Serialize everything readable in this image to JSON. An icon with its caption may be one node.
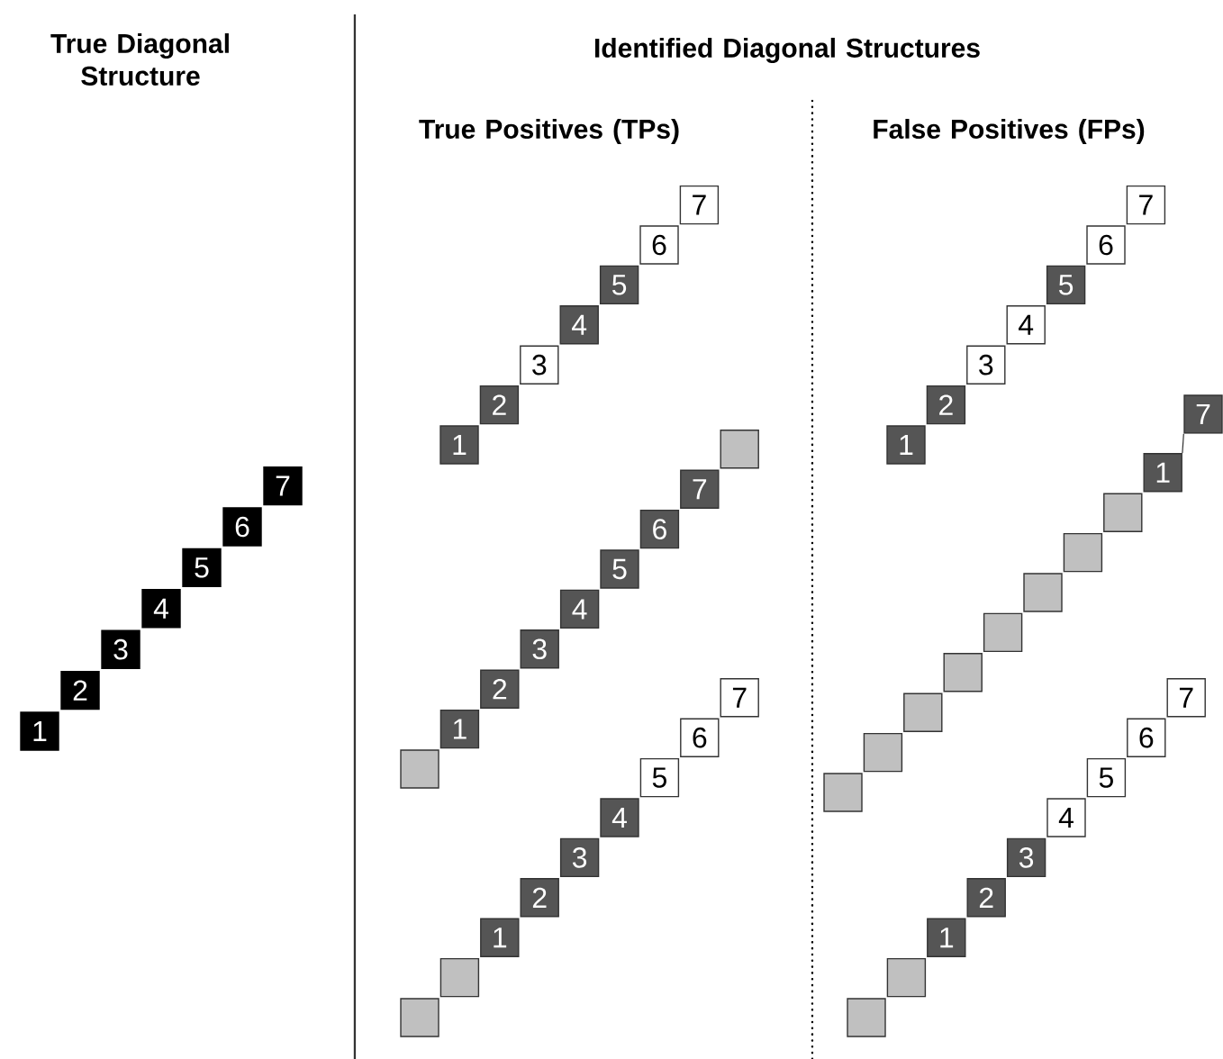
{
  "diagram": {
    "nodes": [
      {
        "text": [
          "1"
        ]
      },
      {
        "text": [
          "2"
        ]
      },
      {
        "text": [
          "3"
        ]
      },
      {
        "text": [
          "4"
        ]
      },
      {
        "text": [
          "5"
        ]
      },
      {
        "text": [
          "6"
        ]
      },
      {
        "text": [
          "7"
        ]
      },
      {
        "text": [
          "1"
        ]
      },
      {
        "text": [
          "2"
        ]
      },
      {
        "text": [
          "3"
        ]
      },
      {
        "text": [
          "4"
        ]
      },
      {
        "text": [
          "5"
        ]
      },
      {
        "text": [
          "6"
        ]
      },
      {
        "text": [
          "7"
        ]
      },
      {
        "text": [],
        "shape": "box"
      },
      {
        "text": [
          "1"
        ]
      },
      {
        "text": [
          "2"
        ]
      },
      {
        "text": [
          "3"
        ]
      },
      {
        "text": [
          "4"
        ]
      },
      {
        "text": [
          "5"
        ]
      },
      {
        "text": [
          "6"
        ]
      },
      {
        "text": [
          "7"
        ]
      },
      {
        "text": [],
        "shape": "box"
      },
      {
        "text": [],
        "shape": "box"
      },
      {
        "text": [],
        "shape": "box"
      },
      {
        "text": [
          "1"
        ]
      },
      {
        "text": [
          "2"
        ]
      },
      {
        "text": [
          "3"
        ]
      },
      {
        "text": [
          "4"
        ]
      },
      {
        "text": [
          "5"
        ]
      },
      {
        "text": [
          "6"
        ]
      },
      {
        "text": [
          "7"
        ]
      },
      {
        "text": [
          "1"
        ]
      },
      {
        "text": [
          "2"
        ]
      },
      {
        "text": [
          "3"
        ]
      },
      {
        "text": [
          "4"
        ]
      },
      {
        "text": [
          "5"
        ]
      },
      {
        "text": [
          "6"
        ]
      },
      {
        "text": [
          "7"
        ]
      },
      {
        "text": [],
        "shape": "box"
      },
      {
        "text": [],
        "shape": "box"
      },
      {
        "text": [],
        "shape": "box"
      },
      {
        "text": [],
        "shape": "box"
      },
      {
        "text": [],
        "shape": "box"
      },
      {
        "text": [],
        "shape": "box"
      },
      {
        "text": [],
        "shape": "box"
      },
      {
        "text": [],
        "shape": "box"
      },
      {
        "text": [
          "1"
        ]
      },
      {
        "text": [
          "7"
        ]
      },
      {
        "text": [],
        "shape": "box"
      },
      {
        "text": [],
        "shape": "box"
      },
      {
        "text": [
          "1"
        ]
      },
      {
        "text": [
          "2"
        ]
      },
      {
        "text": [
          "3"
        ]
      },
      {
        "text": [
          "4"
        ]
      },
      {
        "text": [
          "5"
        ]
      },
      {
        "text": [
          "6"
        ]
      },
      {
        "text": [
          "7"
        ]
      }
    ],
    "edges": [
      {
        "from": 47,
        "to": 48,
        "arrow": "none"
      }
    ],
    "labels": [
      "True Diagonal Structure",
      "Identified Diagonal Structures",
      "True Positives (TPs)",
      "False Positives (FPs)"
    ]
  }
}
